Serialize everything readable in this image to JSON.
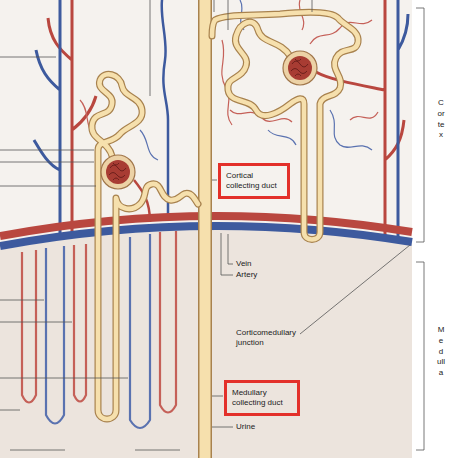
{
  "diagram": {
    "nodes": [
      {
        "text": [
          "Cortical collecting duct"
        ]
      },
      {
        "text": [
          "Medullary collecting duct"
        ]
      }
    ],
    "labels": [
      "Vein",
      "Artery",
      "Corticomedullary junction",
      "Urine",
      "Cortex",
      "Medulla"
    ]
  }
}
